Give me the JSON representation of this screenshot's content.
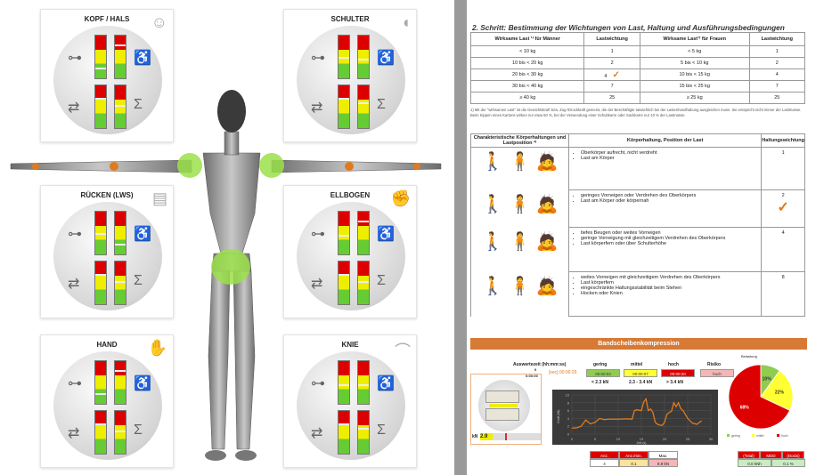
{
  "panels": [
    {
      "title": "KOPF / HALS",
      "corner_icon": "head-icon",
      "markers": [
        0.75,
        0.2,
        0.3,
        0.45
      ]
    },
    {
      "title": "SCHULTER",
      "corner_icon": "shoulder-icon",
      "markers": [
        0.5,
        0.55,
        0.3,
        0.4
      ]
    },
    {
      "title": "RÜCKEN (LWS)",
      "corner_icon": "spine-icon",
      "markers": [
        0.5,
        0.75,
        0.3,
        0.45
      ]
    },
    {
      "title": "ELLBOGEN",
      "corner_icon": "elbow-icon",
      "markers": [
        0.55,
        0.2,
        0.3,
        0.45
      ]
    },
    {
      "title": "HAND",
      "corner_icon": "hand-icon",
      "markers": [
        0.75,
        0.2,
        0.3,
        0.45
      ]
    },
    {
      "title": "KNIE",
      "corner_icon": "knee-icon",
      "markers": [
        0.55,
        0.55,
        0.3,
        0.4
      ]
    }
  ],
  "doc": {
    "heading": "2. Schritt: Bestimmung der Wichtungen von Last, Haltung und Ausführungsbedingungen",
    "load_table": {
      "headers": [
        "Wirksame Last ¹⁾ für Männer",
        "Lastwichtung",
        "Wirksame Last¹⁾ für Frauen",
        "Lastwichtung"
      ],
      "rows": [
        [
          "< 10 kg",
          "1",
          "< 5 kg",
          "1"
        ],
        [
          "10 bis < 20 kg",
          "2",
          "5 bis < 10 kg",
          "2"
        ],
        [
          "20 bis < 30 kg",
          "4",
          "10 bis < 15 kg",
          "4"
        ],
        [
          "30 bis < 40 kg",
          "7",
          "15 bis < 25 kg",
          "7"
        ],
        [
          "≥ 40 kg",
          "25",
          "≥ 25 kg",
          "25"
        ]
      ],
      "checked_row": 2
    },
    "footnote": "1) Mit der \"wirksamen Last\" ist die Gewichtskraft bzw. Zug-/Druckkraft gemeint, die der Beschäftigte tatsächlich bei der Lastenhandhabung ausgleichen muss. Sie entspricht nicht immer der Lastmasse. Beim Kippen eines Kartons wirken nur etwa 50 %, bei der Verwendung einer Schubkarre oder Sackkarre nur 10 % der Lastmasse.",
    "posture_table": {
      "headers": [
        "Charakteristische Körperhaltungen und Lastposition ²⁾",
        "Körperhaltung, Position der Last",
        "Haltungswichtung"
      ],
      "rows": [
        {
          "items": [
            "Oberkörper aufrecht, nicht verdreht",
            "Last am Körper"
          ],
          "weight": "1"
        },
        {
          "items": [
            "geringes Vorneigen oder Verdrehen des Oberkörpers",
            "Last am Körper oder körpernah"
          ],
          "weight": "2",
          "checked": true
        },
        {
          "items": [
            "tiefes Beugen oder weites Vorneigen",
            "geringe Vorneigung mit gleichzeitigem Verdrehen des Oberkörpers",
            "Last körperfern oder über Schulterhöhe"
          ],
          "weight": "4"
        },
        {
          "items": [
            "weites Vorneigen mit gleichzeitigem Verdrehen des Oberkörpers",
            "Last körperfern",
            "eingeschränkte Haltungsstabilität beim Stehen",
            "Hocken oder Knien"
          ],
          "weight": "8"
        }
      ]
    },
    "check_mark": "✓"
  },
  "bsk": {
    "title": "Bandscheibenkompression",
    "time_label": "Auswertezeit (hh:mm:ss)",
    "sec_label": "[sec] 00:00:29",
    "small_val": "0",
    "small_time": "0:00:00",
    "cols": [
      "gering",
      "mittel",
      "hoch",
      "Risiko"
    ],
    "times": [
      "00:00:03",
      "00:00:07",
      "00:00:20",
      "hoch"
    ],
    "ranges": [
      "< 2.3 kN",
      "2.3 - 3.4 kN",
      "> 3.4 kN"
    ],
    "kn_label": "kN",
    "kn_value": "2.9",
    "stats_headers": [
      "Anz.",
      "Anz./min.",
      "Max."
    ],
    "stats_values": [
      "4",
      "0.1",
      "8.9 kN"
    ],
    "mdd_headers": [
      "(Total)",
      "MDD",
      "(Dosis)"
    ],
    "mdd_values": [
      "0.0 kNh",
      "0.1 %"
    ],
    "colors": {
      "gering": "#8fcc4f",
      "mittel": "#ffff33",
      "hoch": "#dd0000",
      "risiko": "#f4b6b6",
      "orange": "#d67a35"
    }
  },
  "chart_data": [
    {
      "type": "line",
      "x": [
        0,
        1,
        2,
        3,
        4,
        5,
        6,
        7,
        8,
        10,
        12,
        13,
        13.5,
        14,
        15,
        15.5,
        16,
        16.5,
        17,
        17.5,
        18,
        18.5,
        19,
        19.5,
        20,
        20.5,
        21,
        21.5,
        22,
        22.5,
        23,
        23.5,
        24,
        25,
        26,
        27,
        28
      ],
      "y": [
        1.5,
        1.6,
        2,
        3.6,
        2.6,
        3,
        4,
        3.7,
        3.8,
        3.8,
        3.9,
        3.8,
        6,
        6.2,
        6,
        8.2,
        9,
        6,
        6.4,
        5.5,
        3,
        2.5,
        2.3,
        2.2,
        3,
        5,
        5.5,
        5.8,
        8,
        7,
        8,
        6.5,
        6,
        4,
        2.8,
        2.5,
        3.4
      ],
      "xlabel": "Zeit (s)",
      "ylabel": "Kraft (kN)",
      "xlim": [
        0,
        30
      ],
      "ylim": [
        0,
        10
      ],
      "xticks": [
        0,
        5,
        10,
        15,
        20,
        25,
        30
      ],
      "yticks": [
        0,
        2,
        4,
        6,
        8,
        10
      ],
      "grid": true,
      "line_color": "#e07a1f",
      "background": "#3a3a3a"
    },
    {
      "type": "pie",
      "title": "Belastung",
      "categories": [
        "gering",
        "mittel",
        "hoch"
      ],
      "values": [
        10,
        22,
        68
      ],
      "labels": [
        "10%",
        "22%",
        "68%"
      ],
      "colors": [
        "#8fcc4f",
        "#ffff33",
        "#dd0000"
      ],
      "legend": "bottom"
    }
  ]
}
